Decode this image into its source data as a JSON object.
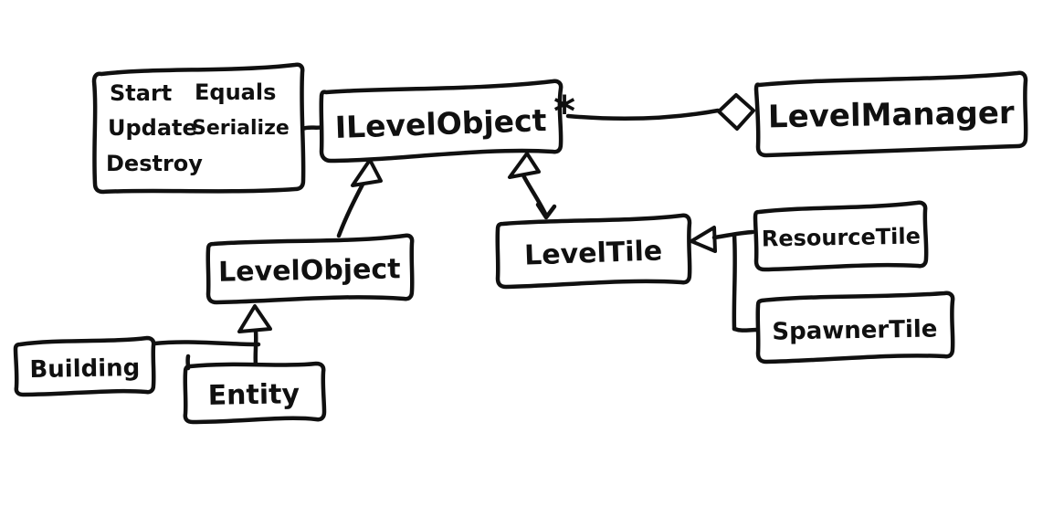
{
  "diagram": {
    "background": "#ffffff",
    "ink_color": "#101010",
    "nodes": {
      "interface_methods": {
        "col1": [
          "Start",
          "Update",
          "Destroy"
        ],
        "col2": [
          "Equals",
          "Serialize"
        ]
      },
      "ilevel_object": {
        "label": "ILevelObject"
      },
      "level_manager": {
        "label": "LevelManager"
      },
      "level_object": {
        "label": "LevelObject"
      },
      "level_tile": {
        "label": "LevelTile"
      },
      "resource_tile": {
        "label": "ResourceTile"
      },
      "spawner_tile": {
        "label": "SpawnerTile"
      },
      "building": {
        "label": "Building"
      },
      "entity": {
        "label": "Entity"
      }
    },
    "annotations": {
      "multiplicity": "*"
    },
    "relations": [
      {
        "from": "ILevelObject",
        "to": "LevelManager",
        "type": "aggregation",
        "multiplicity": "*"
      },
      {
        "from": "LevelObject",
        "to": "ILevelObject",
        "type": "realization"
      },
      {
        "from": "LevelTile",
        "to": "ILevelObject",
        "type": "realization"
      },
      {
        "from": "ResourceTile",
        "to": "LevelTile",
        "type": "inheritance"
      },
      {
        "from": "SpawnerTile",
        "to": "LevelTile",
        "type": "inheritance"
      },
      {
        "from": "Building",
        "to": "LevelObject",
        "type": "inheritance"
      },
      {
        "from": "Entity",
        "to": "LevelObject",
        "type": "inheritance"
      },
      {
        "from": "methods-note",
        "to": "ILevelObject",
        "type": "note-attachment"
      }
    ]
  }
}
